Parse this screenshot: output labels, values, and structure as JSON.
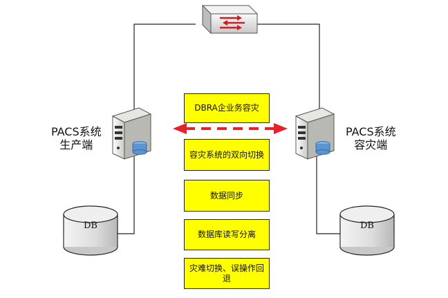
{
  "nodes": {
    "left_server": {
      "line1": "PACS系统",
      "line2": "生产端"
    },
    "right_server": {
      "line1": "PACS系统",
      "line2": "容灾端"
    },
    "left_db": {
      "label": "DB"
    },
    "right_db": {
      "label": "DB"
    },
    "switch": {
      "icon": "network-switch-icon"
    }
  },
  "features": [
    {
      "label": "DBRA企业务容灾"
    },
    {
      "label": "容灾系统的双向切换"
    },
    {
      "label": "数据同步"
    },
    {
      "label": "数据库读写分离"
    },
    {
      "label": "灾难切换、误操作回退"
    }
  ],
  "colors": {
    "arrow": "#e8202a",
    "box_fill": "#ffff00",
    "db_fill": "#d9d9d9",
    "server_fill": "#f2f2ef",
    "line": "#222222"
  }
}
